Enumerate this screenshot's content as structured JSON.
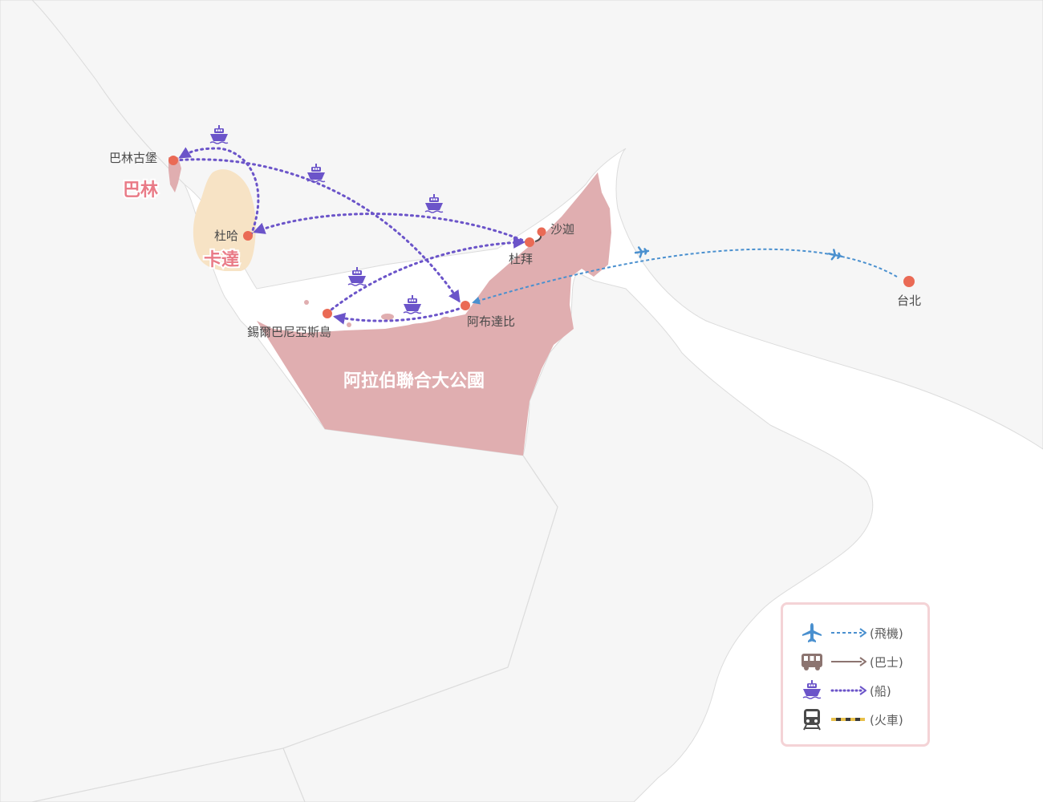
{
  "map": {
    "countries": {
      "bahrain": "巴林",
      "qatar": "卡達",
      "uae": "阿拉伯聯合大公國"
    },
    "cities": {
      "bahrain_fort": "巴林古堡",
      "doha": "杜哈",
      "dubai": "杜拜",
      "sharjah": "沙迦",
      "abu_dhabi": "阿布達比",
      "sir_bani_yas": "錫爾巴尼亞斯島",
      "taipei": "台北"
    },
    "icons": {
      "plane": "airplane-icon",
      "bus": "bus-icon",
      "ship": "ship-icon",
      "train": "train-icon"
    }
  },
  "legend": {
    "plane": "(飛機)",
    "bus": "(巴士)",
    "ship": "(船)",
    "train": "(火車)"
  },
  "colors": {
    "uae": "#e0aeb0",
    "qatar": "#f7e3c5",
    "ship": "#6b54c9",
    "plane": "#4a90cf",
    "bus": "#8c7470",
    "city_dot": "#ea6a55",
    "country_label_pink": "#e97b87",
    "legend_border": "#f4d3d6"
  }
}
